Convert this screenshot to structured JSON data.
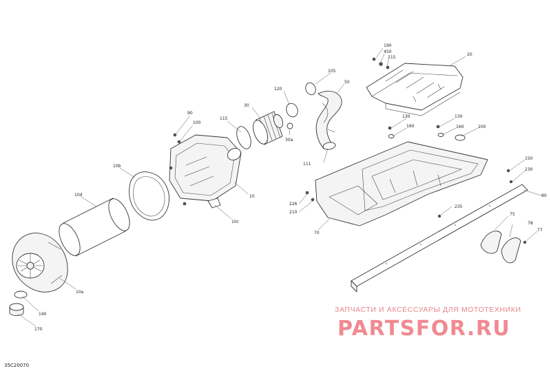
{
  "diagram": {
    "code": "35C20070",
    "callouts": [
      "190",
      "450",
      "215",
      "20",
      "105",
      "50",
      "120",
      "30",
      "115",
      "30a",
      "111",
      "90",
      "100",
      "10b",
      "10",
      "10c",
      "10d",
      "10a",
      "140",
      "170",
      "130",
      "160",
      "160",
      "200",
      "150",
      "230",
      "80",
      "226",
      "210",
      "70",
      "235",
      "75",
      "78",
      "77"
    ]
  },
  "watermark": {
    "caption": "ЗАПЧАСТИ И АКСЕССУАРЫ ДЛЯ МОТОТЕХНИКИ",
    "logo": "PARTSFOR.RU",
    "color": "#f08a92"
  }
}
